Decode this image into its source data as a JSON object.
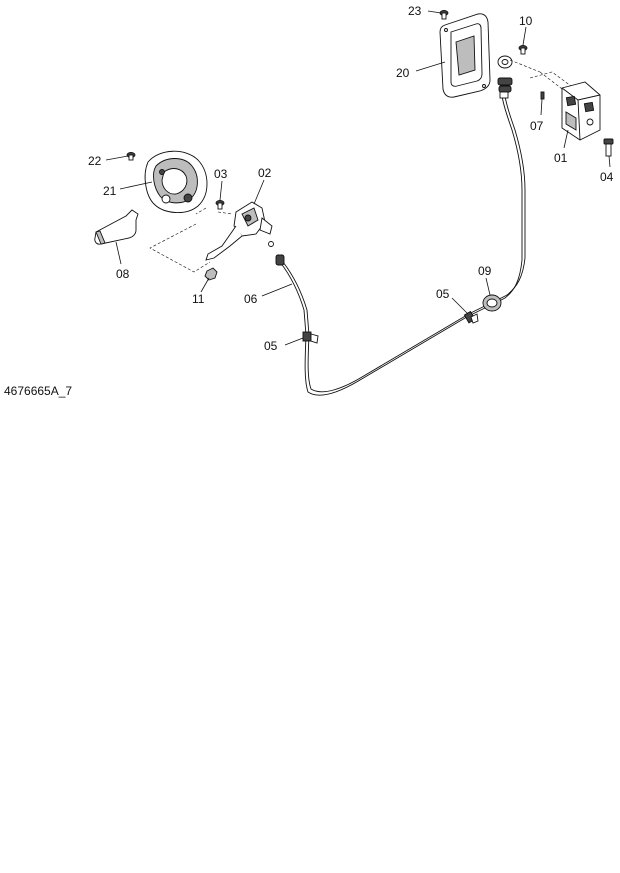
{
  "drawing_id": "4676665A_7",
  "callouts": {
    "c23": "23",
    "c10": "10",
    "c20": "20",
    "c07": "07",
    "c01": "01",
    "c04": "04",
    "c22": "22",
    "c21": "21",
    "c03": "03",
    "c02": "02",
    "c08": "08",
    "c11": "11",
    "c06": "06",
    "c05a": "05",
    "c05b": "05",
    "c09": "09"
  }
}
